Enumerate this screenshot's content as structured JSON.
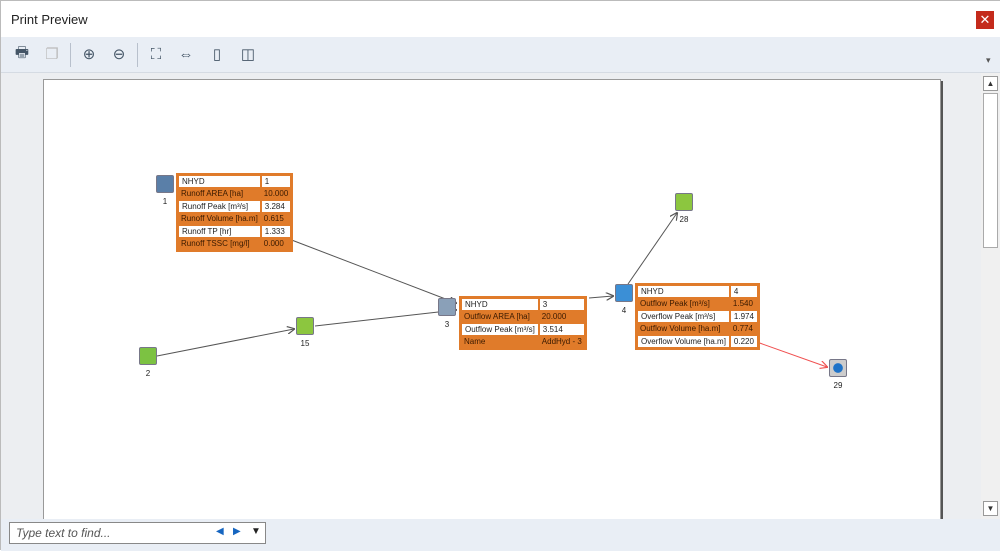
{
  "window": {
    "title": "Print Preview",
    "close": "✕"
  },
  "toolbar": {
    "buttons": [
      "print",
      "copy",
      "zoom-in",
      "zoom-out",
      "fit-page",
      "fit-width",
      "single-page",
      "two-pages"
    ]
  },
  "find": {
    "placeholder": "Type text to find...",
    "prev": "◀",
    "next": "▶",
    "options": "▼"
  },
  "nodes": [
    {
      "id": "1",
      "color": "#5a7fa8"
    },
    {
      "id": "2",
      "color": "#7cc242"
    },
    {
      "id": "15",
      "color": "#8cc63f"
    },
    {
      "id": "3",
      "color": "#8aa0b8"
    },
    {
      "id": "4",
      "color": "#3b8fd6"
    },
    {
      "id": "28",
      "color": "#8cc63f"
    },
    {
      "id": "29",
      "color": "#1e73c8"
    }
  ],
  "tables": {
    "t1": [
      [
        "NHYD",
        "1"
      ],
      [
        "Runoff AREA [ha]",
        "10.000"
      ],
      [
        "Runoff Peak [m³/s]",
        "3.284"
      ],
      [
        "Runoff Volume [ha.m]",
        "0.615"
      ],
      [
        "Runoff TP [hr]",
        "1.333"
      ],
      [
        "Runoff TSSC [mg/l]",
        "0.000"
      ]
    ],
    "t3": [
      [
        "NHYD",
        "3"
      ],
      [
        "Outflow AREA [ha]",
        "20.000"
      ],
      [
        "Outflow Peak [m³/s]",
        "3.514"
      ],
      [
        "Name",
        "AddHyd - 3"
      ]
    ],
    "t4": [
      [
        "NHYD",
        "4"
      ],
      [
        "Outflow Peak [m³/s]",
        "1.540"
      ],
      [
        "Overflow Peak [m³/s]",
        "1.974"
      ],
      [
        "Outflow Volume [ha.m]",
        "0.774"
      ],
      [
        "Overflow Volume [ha.m]",
        "0.220"
      ]
    ]
  }
}
